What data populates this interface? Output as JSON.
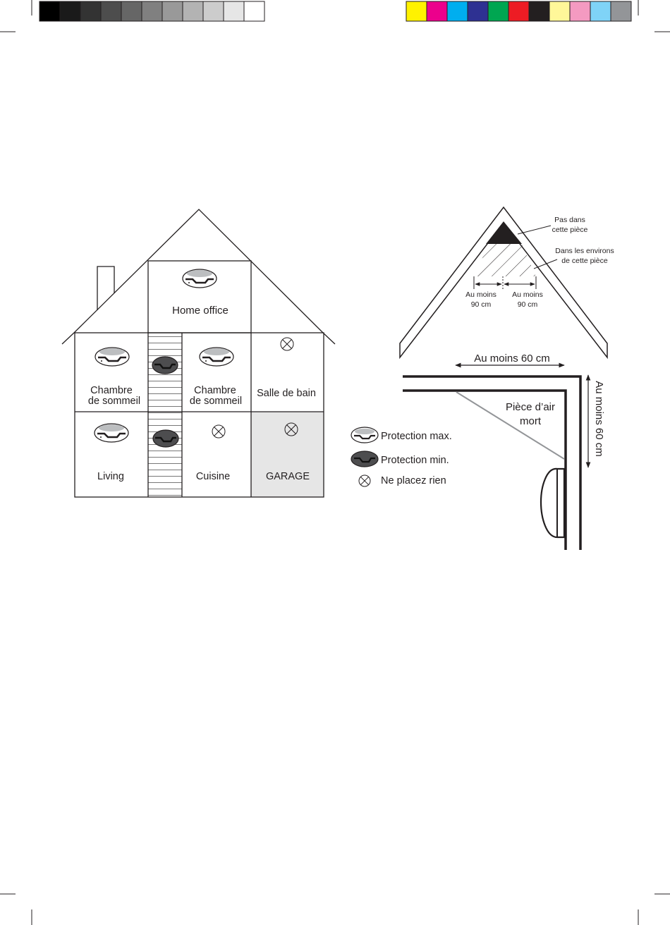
{
  "swatches": {
    "grays": [
      "#000000",
      "#1a1a1a",
      "#333333",
      "#4d4d4d",
      "#666666",
      "#808080",
      "#999999",
      "#b3b3b3",
      "#cccccc",
      "#e6e6e6",
      "#ffffff"
    ],
    "colors": [
      "#fff200",
      "#ec008c",
      "#00aeef",
      "#2e3192",
      "#00a651",
      "#ed1c24",
      "#231f20",
      "#fff799",
      "#f49ac1",
      "#7fd3f7",
      "#939598"
    ]
  },
  "house": {
    "rooms": {
      "home_office": "Home office",
      "bedroom_left_line1": "Chambre",
      "bedroom_left_line2": "de sommeil",
      "bedroom_right_line1": "Chambre",
      "bedroom_right_line2": "de sommeil",
      "bathroom": "Salle de bain",
      "living": "Living",
      "kitchen": "Cuisine",
      "garage": "GARAGE"
    }
  },
  "legend": {
    "max": "Protection max.",
    "min": "Protection min.",
    "none": "Ne placez rien"
  },
  "attic": {
    "not_here_line1": "Pas dans",
    "not_here_line2": "cette pièce",
    "near_line1": "Dans les environs",
    "near_line2": "de cette pièce",
    "left_dim_line1": "Au moins",
    "left_dim_line2": "90 cm",
    "right_dim_line1": "Au moins",
    "right_dim_line2": "90 cm"
  },
  "ceiling": {
    "horizontal": "Au moins 60 cm",
    "vertical": "Au moins 60 cm",
    "dead_air_line1": "Pièce d’air",
    "dead_air_line2": "mort"
  }
}
